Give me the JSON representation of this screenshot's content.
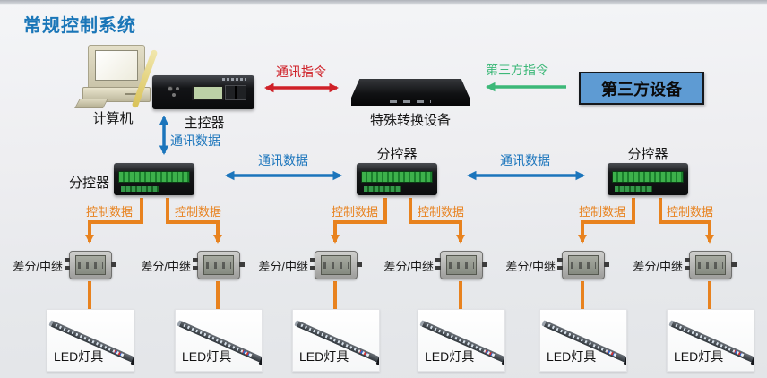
{
  "title": "常规控制系统",
  "colors": {
    "title_blue": "#1a76b8",
    "arrow_red": "#cf2128",
    "arrow_green": "#3cb878",
    "arrow_blue": "#1b75bc",
    "arrow_orange": "#e8821e",
    "third_party_box_bg": "#5e9bd3"
  },
  "nodes": {
    "computer_label": "计算机",
    "master_controller_label": "主控器",
    "special_converter_label": "特殊转换设备",
    "third_party_device_label": "第三方设备",
    "sub_controller_labels": [
      "分控器",
      "分控器",
      "分控器"
    ]
  },
  "links": {
    "comm_command_label": "通讯指令",
    "third_party_command_label": "第三方指令",
    "comm_data_vertical_label": "通讯数据",
    "comm_data_horizontal_labels": [
      "通讯数据",
      "通讯数据"
    ]
  },
  "columns": [
    {
      "control_data_label": "控制数据",
      "relay_label": "差分/中继",
      "led_label": "LED灯具"
    },
    {
      "control_data_label": "控制数据",
      "relay_label": "差分/中继",
      "led_label": "LED灯具"
    },
    {
      "control_data_label": "控制数据",
      "relay_label": "差分/中继",
      "led_label": "LED灯具"
    },
    {
      "control_data_label": "控制数据",
      "relay_label": "差分/中继",
      "led_label": "LED灯具"
    },
    {
      "control_data_label": "控制数据",
      "relay_label": "差分/中继",
      "led_label": "LED灯具"
    },
    {
      "control_data_label": "控制数据",
      "relay_label": "差分/中继",
      "led_label": "LED灯具"
    }
  ]
}
